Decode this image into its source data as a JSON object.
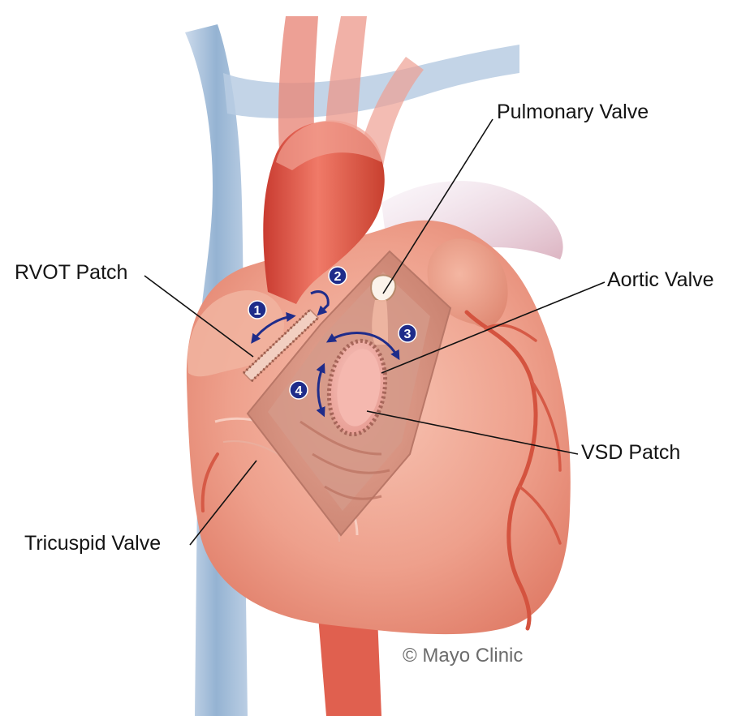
{
  "labels": {
    "pulmonary_valve": "Pulmonary Valve",
    "rvot_patch": "RVOT Patch",
    "aortic_valve": "Aortic Valve",
    "vsd_patch": "VSD Patch",
    "tricuspid_valve": "Tricuspid Valve"
  },
  "steps": [
    "1",
    "2",
    "3",
    "4"
  ],
  "credit": "© Mayo Clinic",
  "colors": {
    "vein_blue": "#9fb9d4",
    "aorta_red": "#e05a4c",
    "heart_tissue": "#eea08d",
    "incision": "#d99484",
    "arrow_navy": "#1f2c8a",
    "leader_line": "#111111"
  }
}
